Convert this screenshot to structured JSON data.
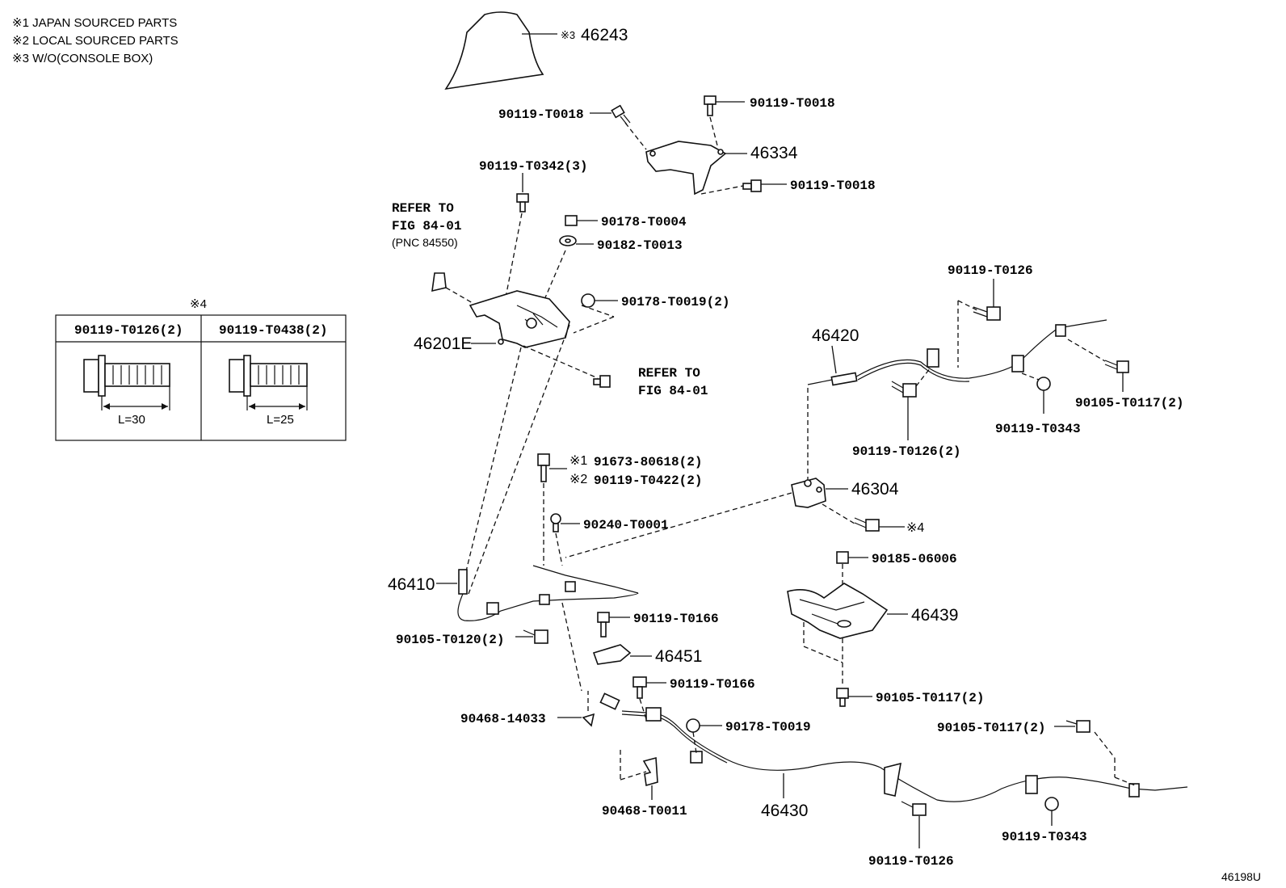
{
  "notes": [
    "※1 JAPAN SOURCED PARTS",
    "※2 LOCAL SOURCED PARTS",
    "※3 W/O(CONSOLE BOX)"
  ],
  "inset": {
    "mark": "※4",
    "col1": {
      "part": "90119-T0126(2)",
      "length": "L=30"
    },
    "col2": {
      "part": "90119-T0438(2)",
      "length": "L=25"
    }
  },
  "refs": {
    "refer_to_1": "REFER TO",
    "fig_1": "FIG 84-01",
    "pnc": "(PNC 84550)",
    "refer_to_2": "REFER TO",
    "fig_2": "FIG 84-01"
  },
  "parts": {
    "p46243_mark": "※3",
    "p46243": "46243",
    "p90119_T0018_a": "90119-T0018",
    "p90119_T0018_b": "90119-T0018",
    "p46334": "46334",
    "p90119_T0018_c": "90119-T0018",
    "p90119_T0342": "90119-T0342(3)",
    "p90178_T0004": "90178-T0004",
    "p90182_T0013": "90182-T0013",
    "p90178_T0019_2": "90178-T0019(2)",
    "p46201E": "46201E",
    "p90119_T0126_top": "90119-T0126",
    "p46420": "46420",
    "p90105_T0117_right": "90105-T0117(2)",
    "p90119_T0343_top": "90119-T0343",
    "p90119_T0126_2": "90119-T0126(2)",
    "p91673_mark": "※1",
    "p91673": "91673-80618(2)",
    "p90119_T0422_mark": "※2",
    "p90119_T0422": "90119-T0422(2)",
    "p46304": "46304",
    "p90240": "90240-T0001",
    "p4_ref": "※4",
    "p90185": "90185-06006",
    "p46410": "46410",
    "p46439": "46439",
    "p90119_T0166_a": "90119-T0166",
    "p90105_T0120": "90105-T0120(2)",
    "p46451": "46451",
    "p90119_T0166_b": "90119-T0166",
    "p90105_T0117_mid": "90105-T0117(2)",
    "p90468_14033": "90468-14033",
    "p90178_T0019": "90178-T0019",
    "p90105_T0117_low": "90105-T0117(2)",
    "p90468_T0011": "90468-T0011",
    "p46430": "46430",
    "p90119_T0343_low": "90119-T0343",
    "p90119_T0126_low": "90119-T0126"
  },
  "figure_id": "46198U"
}
